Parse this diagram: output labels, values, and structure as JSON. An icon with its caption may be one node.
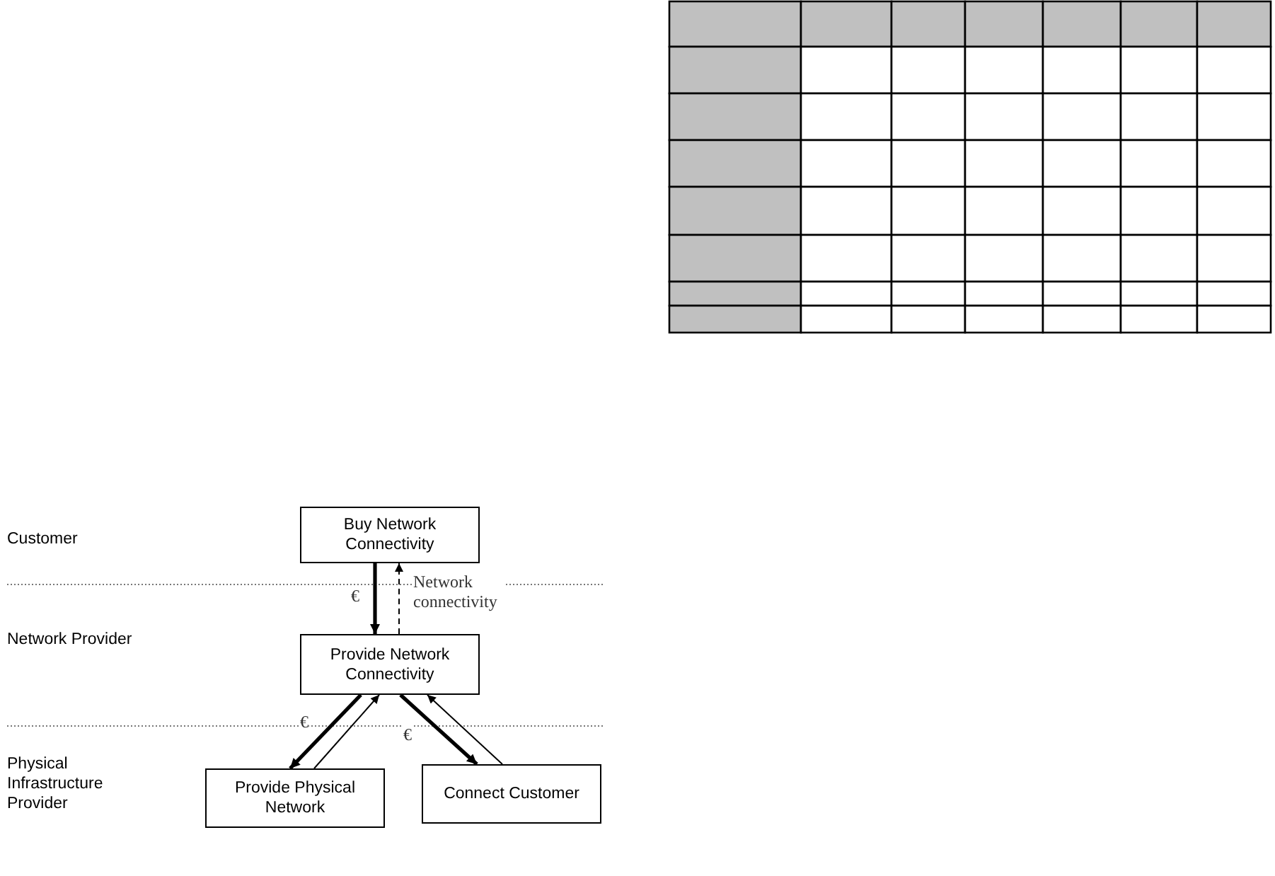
{
  "diagram": {
    "nodes": [
      {
        "text": [
          "Buy Network Connectivity"
        ]
      },
      {
        "text": [
          "Provide Network Connectivity"
        ]
      },
      {
        "text": [
          "Provide Physical Network"
        ]
      },
      {
        "text": [
          "Connect Customer"
        ]
      }
    ],
    "edges": [
      {
        "from": 0,
        "to": 1,
        "arrow": "to",
        "style": "thick",
        "label": "€"
      },
      {
        "from": 1,
        "to": 0,
        "arrow": "to",
        "style": "dashed",
        "label": "Network connectivity"
      },
      {
        "from": 1,
        "to": 2,
        "arrow": "to",
        "style": "thick",
        "label": "€"
      },
      {
        "from": 2,
        "to": 1,
        "arrow": "to"
      },
      {
        "from": 1,
        "to": 3,
        "arrow": "to",
        "style": "thick",
        "label": "€"
      },
      {
        "from": 3,
        "to": 1,
        "arrow": "to"
      }
    ],
    "labels": [
      "Customer",
      "Network Provider",
      "Physical Infrastructure Provider"
    ]
  }
}
